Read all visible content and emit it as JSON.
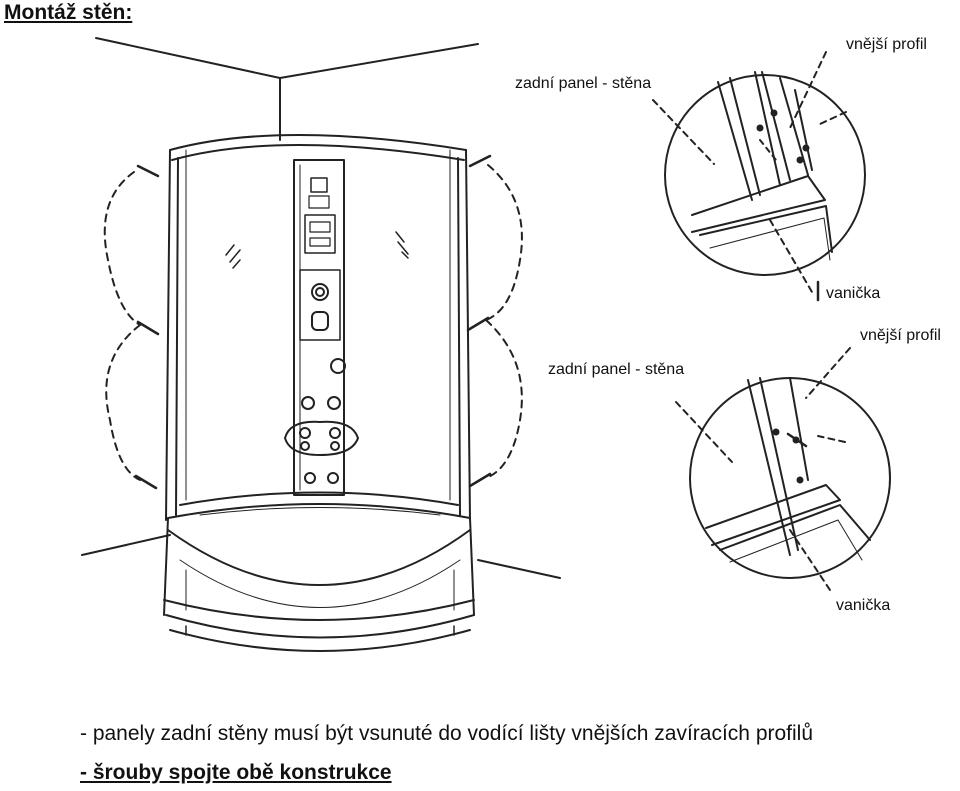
{
  "title": "Montáž stěn:",
  "labels": {
    "top_back_panel": "zadní panel - stěna",
    "top_outer_profile": "vnější profil",
    "top_tray": "vanička",
    "bottom_back_panel": "zadní panel - stěna",
    "bottom_outer_profile": "vnější profil",
    "bottom_tray": "vanička"
  },
  "notes": [
    "- panely zadní stěny musí být vsunuté do vodící lišty  vnějších zavíracích profilů",
    "- šrouby spojte obě konstrukce"
  ]
}
